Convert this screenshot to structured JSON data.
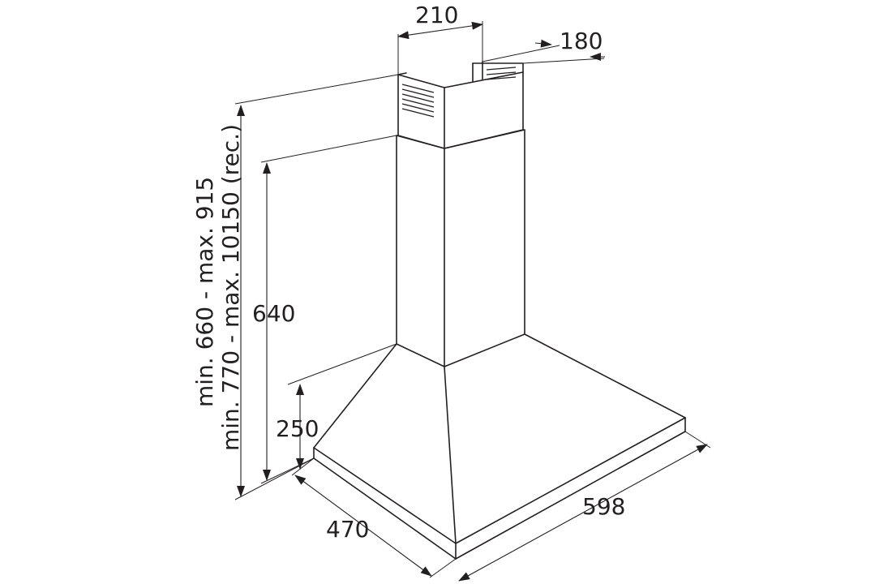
{
  "drawing": {
    "subject": "chimney cooker hood dimension drawing",
    "units": "mm",
    "line_color": "#231f20",
    "background": "#ffffff"
  },
  "dimensions": {
    "top_chimney_width": "210",
    "top_chimney_depth": "180",
    "lower_chimney_height": "640",
    "canopy_height": "250",
    "hood_depth": "470",
    "hood_width": "598",
    "total_height_line1": "min. 660 - max. 915",
    "total_height_line2": "min. 770 - max. 10150 (rec.)"
  }
}
